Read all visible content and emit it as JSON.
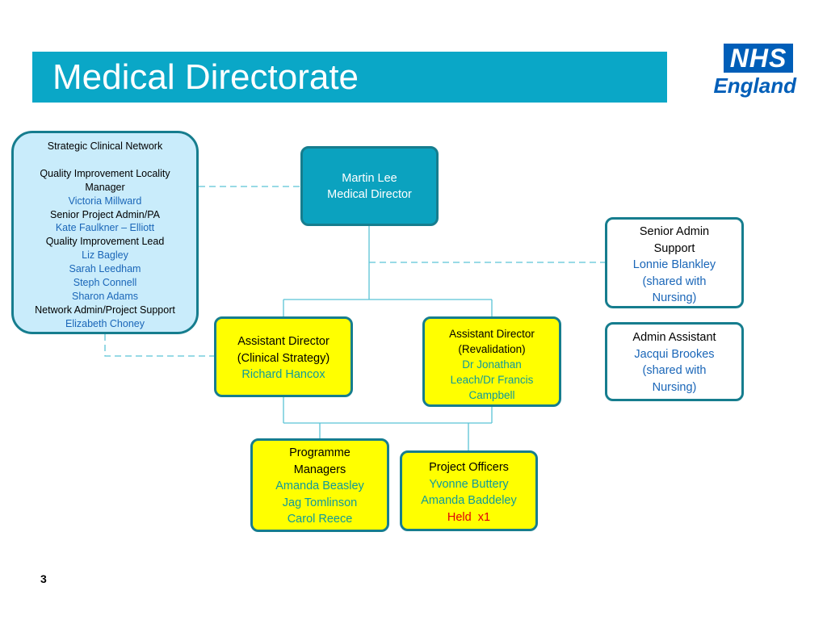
{
  "header": {
    "title": "Medical Directorate",
    "logo_nhs": "NHS",
    "logo_england": "England"
  },
  "colors": {
    "title_bar": "#0aa7c7",
    "nhs_blue": "#005eb8",
    "box_border": "#167d8e",
    "light_blue_box": "#c9ecfb",
    "medical_director_box": "#0ba2bf",
    "yellow_box": "#ffff00",
    "name_blue": "#1a66b8",
    "name_teal": "#119a9a",
    "held_red": "#e0000a",
    "connector": "#5bc4d6"
  },
  "strategic_clinical_network": {
    "heading": "Strategic Clinical Network",
    "role1": "Quality Improvement Locality",
    "role1b": "Manager",
    "name1": "Victoria Millward",
    "role2": "Senior Project Admin/PA",
    "name2": "Kate Faulkner – Elliott",
    "role3": "Quality Improvement Lead",
    "name3": "Liz Bagley",
    "name4": "Sarah Leedham",
    "name5": "Steph Connell",
    "name6": "Sharon Adams",
    "role4": "Network Admin/Project Support",
    "name7": "Elizabeth Choney"
  },
  "medical_director": {
    "name": "Martin Lee",
    "role": "Medical Director"
  },
  "senior_admin_support": {
    "role1": "Senior Admin",
    "role2": "Support",
    "name": "Lonnie Blankley",
    "note1": "(shared with",
    "note2": "Nursing)"
  },
  "admin_assistant": {
    "role": "Admin Assistant",
    "name": "Jacqui Brookes",
    "note1": "(shared with",
    "note2": "Nursing)"
  },
  "ad_clinical_strategy": {
    "role1": "Assistant Director",
    "role2": "(Clinical Strategy)",
    "name": "Richard Hancox"
  },
  "ad_revalidation": {
    "role1": "Assistant Director",
    "role2": "(Revalidation)",
    "name1": "Dr Jonathan",
    "name2": "Leach/Dr Francis",
    "name3": "Campbell"
  },
  "programme_managers": {
    "role1": "Programme",
    "role2": "Managers",
    "name1": "Amanda Beasley",
    "name2": "Jag Tomlinson",
    "name3": "Carol Reece"
  },
  "project_officers": {
    "role": "Project Officers",
    "name1": "Yvonne Buttery",
    "name2": "Amanda Baddeley",
    "held": "Held  x1"
  },
  "footer": {
    "page_number": "3"
  }
}
